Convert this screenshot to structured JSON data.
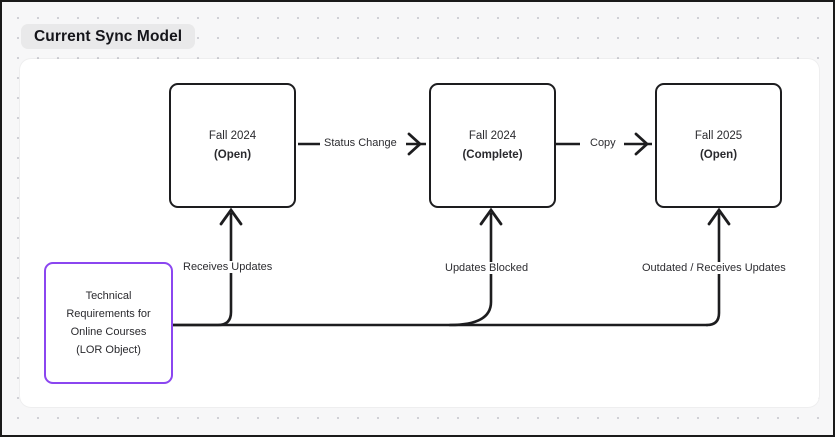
{
  "diagram": {
    "title": "Current Sync Model",
    "colors": {
      "accent_purple": "#8B46F0",
      "node_border": "#1D1D1F",
      "canvas": "#F7F7F8",
      "panel": "#FFFFFF",
      "title_pill": "#E9E9EA",
      "text": "#2A2A2E"
    },
    "nodes": [
      {
        "id": "fall-2024-open",
        "line1": "Fall 2024",
        "line2": "(Open)",
        "style": "dark-border"
      },
      {
        "id": "fall-2024-complete",
        "line1": "Fall 2024",
        "line2": "(Complete)",
        "style": "dark-border"
      },
      {
        "id": "fall-2025-open",
        "line1": "Fall 2025",
        "line2": "(Open)",
        "style": "dark-border"
      },
      {
        "id": "lor-object",
        "line1": "Technical",
        "line2": "Requirements for",
        "line3": "Online Courses",
        "line4": "(LOR Object)",
        "style": "purple-border"
      }
    ],
    "edges": [
      {
        "id": "status-change",
        "label": "Status Change",
        "from": "fall-2024-open",
        "to": "fall-2024-complete",
        "direction": "right"
      },
      {
        "id": "copy",
        "label": "Copy",
        "from": "fall-2024-complete",
        "to": "fall-2025-open",
        "direction": "right"
      },
      {
        "id": "receives-updates",
        "label": "Receives Updates",
        "from": "lor-object",
        "to": "fall-2024-open",
        "direction": "up"
      },
      {
        "id": "updates-blocked",
        "label": "Updates Blocked",
        "from": "lor-object",
        "to": "fall-2024-complete",
        "direction": "up"
      },
      {
        "id": "outdated-receives-updates",
        "label": "Outdated / Receives Updates",
        "from": "lor-object",
        "to": "fall-2025-open",
        "direction": "up"
      }
    ]
  }
}
